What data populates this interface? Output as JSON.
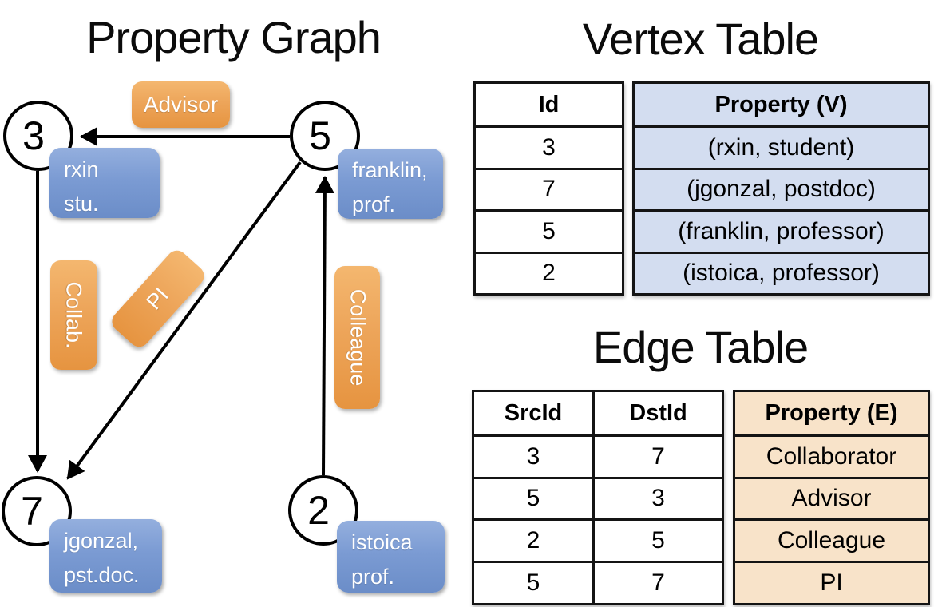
{
  "graph": {
    "title": "Property Graph",
    "nodes": [
      {
        "id": "3",
        "property_line1": "rxin",
        "property_line2": "stu."
      },
      {
        "id": "5",
        "property_line1": "franklin,",
        "property_line2": "prof."
      },
      {
        "id": "7",
        "property_line1": "jgonzal,",
        "property_line2": "pst.doc."
      },
      {
        "id": "2",
        "property_line1": "istoica",
        "property_line2": "prof."
      }
    ],
    "edge_labels": {
      "advisor": "Advisor",
      "collab": "Collab.",
      "pi": "PI",
      "colleague": "Colleague"
    }
  },
  "vertex_table": {
    "title": "Vertex Table",
    "columns": {
      "id": "Id",
      "property": "Property (V)"
    },
    "rows": [
      {
        "id": "3",
        "property": "(rxin, student)"
      },
      {
        "id": "7",
        "property": "(jgonzal, postdoc)"
      },
      {
        "id": "5",
        "property": "(franklin, professor)"
      },
      {
        "id": "2",
        "property": "(istoica, professor)"
      }
    ]
  },
  "edge_table": {
    "title": "Edge Table",
    "columns": {
      "src": "SrcId",
      "dst": "DstId",
      "property": "Property (E)"
    },
    "rows": [
      {
        "src": "3",
        "dst": "7",
        "property": "Collaborator"
      },
      {
        "src": "5",
        "dst": "3",
        "property": "Advisor"
      },
      {
        "src": "2",
        "dst": "5",
        "property": "Colleague"
      },
      {
        "src": "5",
        "dst": "7",
        "property": "PI"
      }
    ]
  },
  "colors": {
    "vertex_box_blue": "#7b9bd3",
    "edge_label_orange": "#eda55a",
    "vertex_table_fill": "#d3ddf0",
    "edge_table_fill": "#f8e3c9",
    "line_black": "#000000"
  }
}
